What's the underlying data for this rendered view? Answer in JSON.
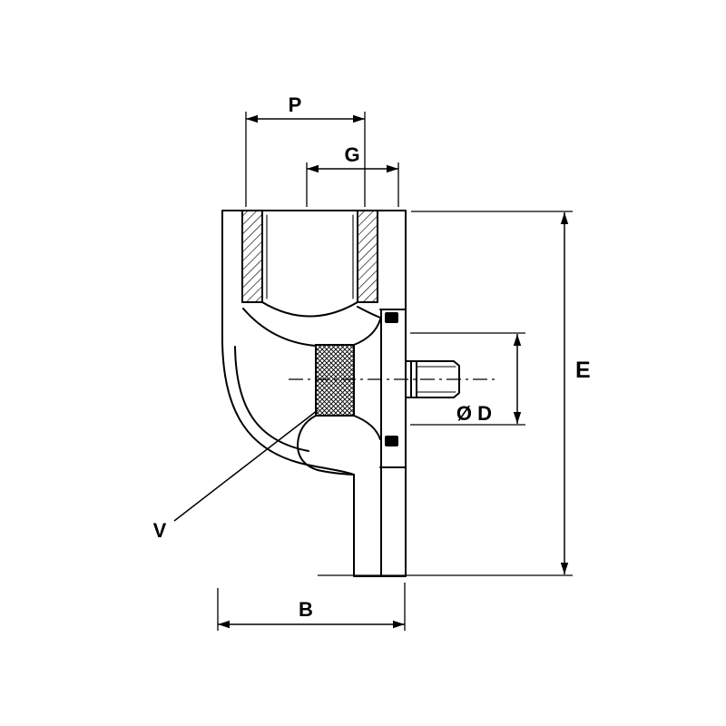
{
  "page": {
    "background_color": "#ffffff",
    "line_color": "#000000",
    "drawing_type": "technical cross-section of hydraulic fitting"
  },
  "drawing": {
    "dimension_labels": {
      "p": "P",
      "g": "G",
      "e": "E",
      "diameter_d": "Ø D",
      "v": "V",
      "b": "B"
    }
  }
}
